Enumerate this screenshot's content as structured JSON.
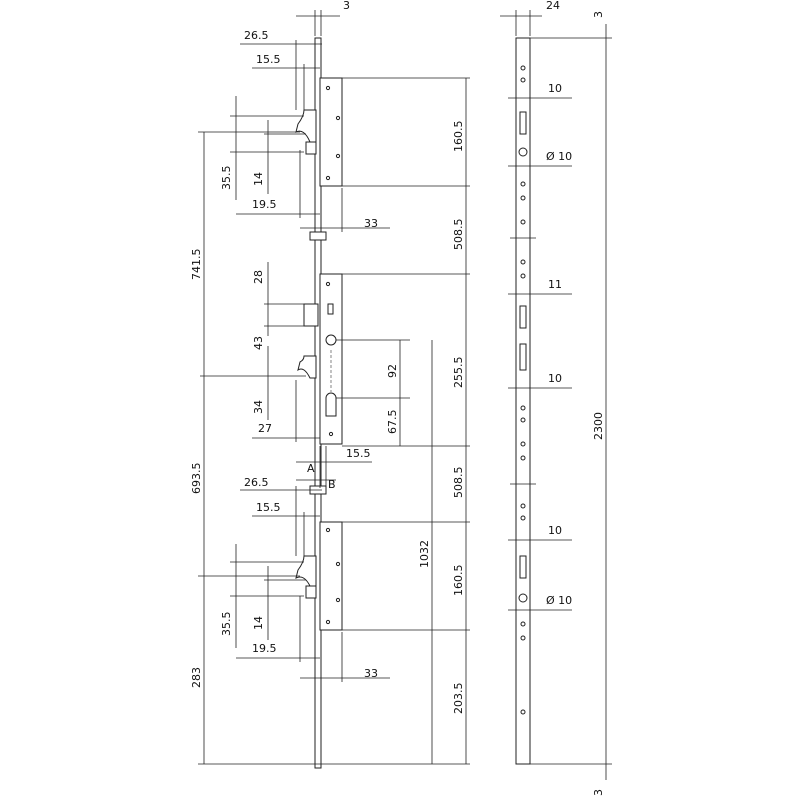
{
  "drawing": {
    "left_view": {
      "dims": {
        "rod_width": "3",
        "top_hook_offset": "26.5",
        "top_hook_inner": "15.5",
        "top_hook_height": "35.5",
        "top_hook_gap": "14",
        "top_hook_depth": "19.5",
        "top_plate_offset": "33",
        "center_upper": "741.5",
        "deadbolt_height": "28",
        "latch_gap": "43",
        "mid_hook_height": "34",
        "mid_hook_depth": "27",
        "center_spacing": "92",
        "cylinder_offset": "67.5",
        "faceplate_offset": "15.5",
        "label_a": "A",
        "label_b": "B",
        "center_lower": "693.5",
        "bottom_hook_offset": "26.5",
        "bottom_hook_inner": "15.5",
        "bottom_hook_height": "35.5",
        "bottom_hook_gap": "14",
        "bottom_hook_depth": "19.5",
        "bottom_plate_offset": "33",
        "bottom_height": "283",
        "top_segment": "160.5",
        "upper_rod": "508.5",
        "gearbox": "255.5",
        "lower_rod": "508.5",
        "bottom_segment": "160.5",
        "bottom_rod": "203.5",
        "total_from_bottom": "1032"
      }
    },
    "right_view": {
      "dims": {
        "rod_width": "24",
        "slot_top": "10",
        "hole_top": "Ø 10",
        "slot_mid": "11",
        "slot_center": "10",
        "slot_bottom": "10",
        "hole_bottom": "Ø 10",
        "total_length": "2300",
        "top_tolerance": "3",
        "bottom_tolerance": "3"
      }
    }
  }
}
